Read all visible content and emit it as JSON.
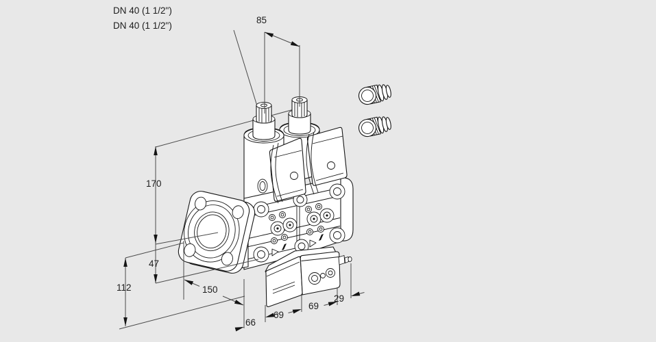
{
  "page": {
    "background": "#e8e8e8",
    "line_color": "#161616",
    "dimension_line_color": "#4a4a4a"
  },
  "annotations": {
    "dn_label_1": "DN 40 (1 1/2\")",
    "dn_label_2": "DN 40 (1 1/2\")"
  },
  "dimensions": {
    "actuator_spacing": "85",
    "axis_to_top": "170",
    "axis_to_body_bottom": "47",
    "axis_to_base": "112",
    "flange_length": "150",
    "seg_66": "66",
    "seg_69_a": "69",
    "seg_69_b": "69",
    "seg_29": "29"
  }
}
